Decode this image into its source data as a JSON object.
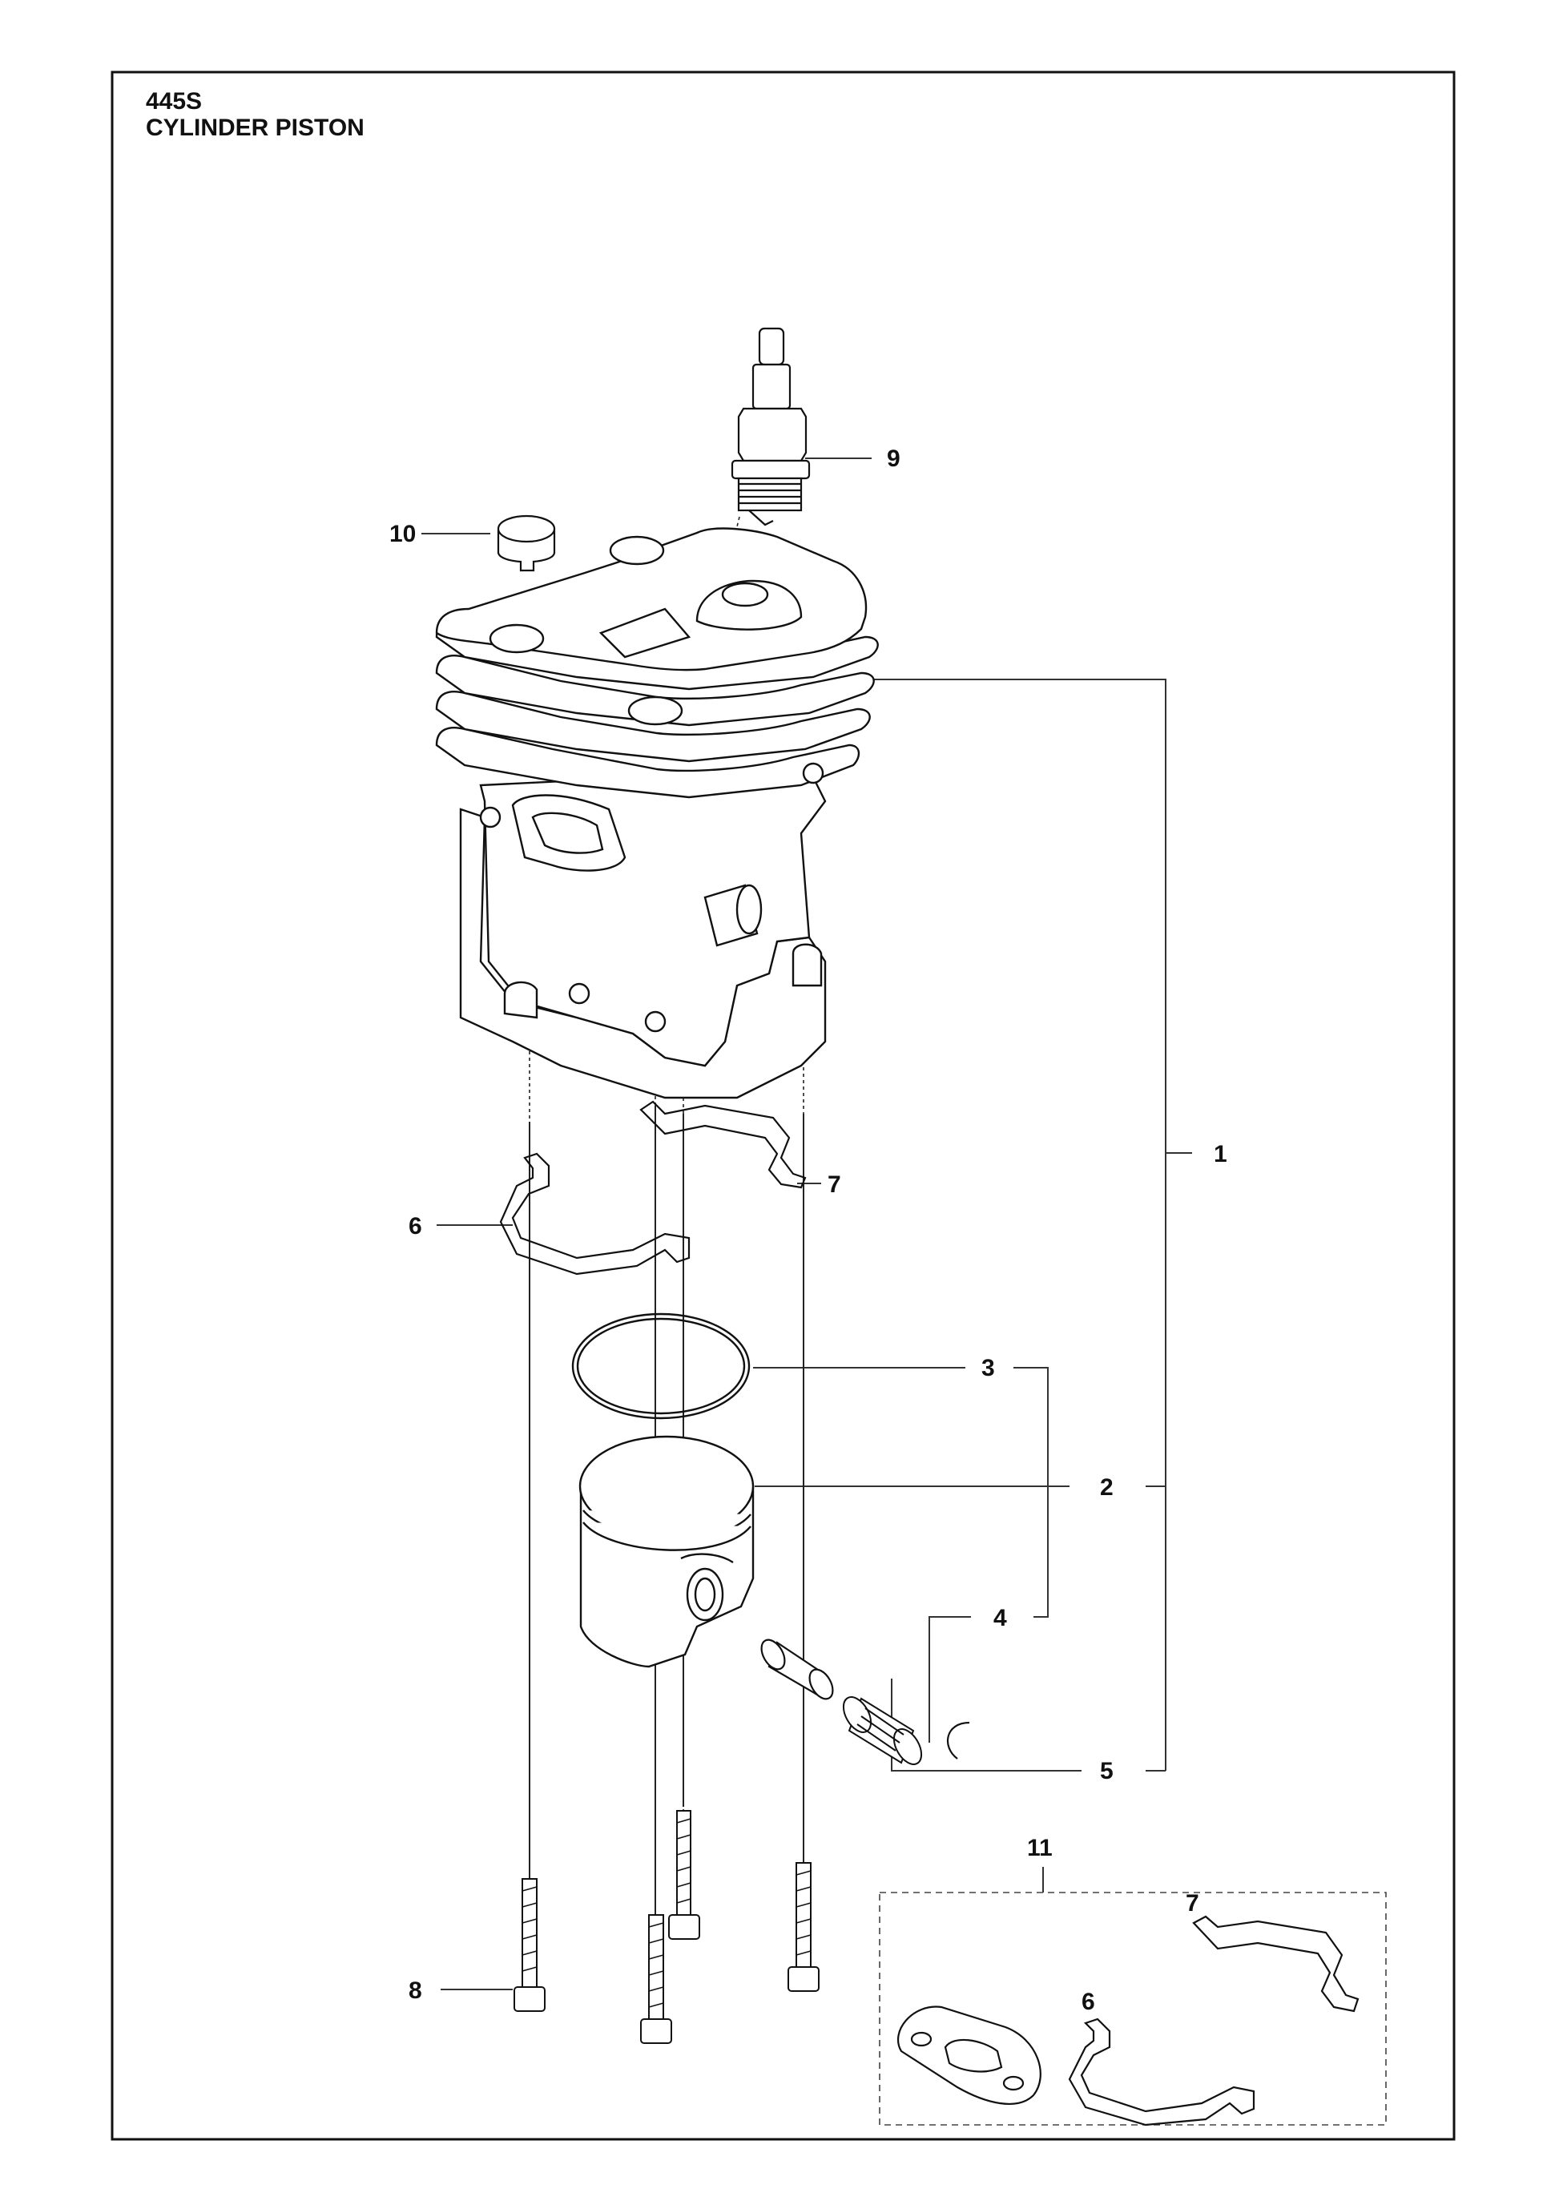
{
  "header": {
    "model": "445S",
    "section": "CYLINDER PISTON"
  },
  "callouts": {
    "c1": "1",
    "c2": "2",
    "c3": "3",
    "c4": "4",
    "c5": "5",
    "c6": "6",
    "c7": "7",
    "c8": "8",
    "c9": "9",
    "c10": "10",
    "c11": "11",
    "kit6": "6",
    "kit7": "7"
  }
}
